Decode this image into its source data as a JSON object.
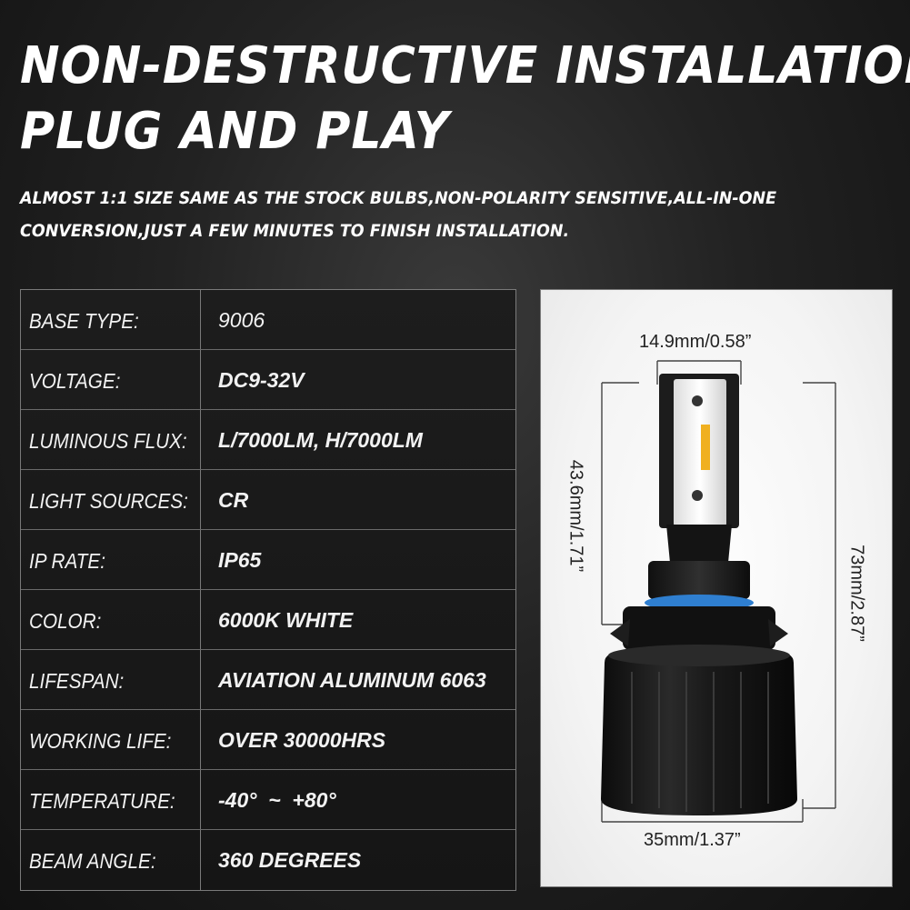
{
  "header": {
    "title_line1": "NON-DESTRUCTIVE INSTALLATION",
    "title_line2": "PLUG AND PLAY",
    "subtitle_line1": "ALMOST 1:1 SIZE SAME AS THE STOCK BULBS,NON-POLARITY SENSITIVE,ALL-IN-ONE",
    "subtitle_line2": "CONVERSION,JUST A FEW MINUTES TO FINISH INSTALLATION."
  },
  "specs": [
    {
      "label": "BASE TYPE:",
      "value": "9006"
    },
    {
      "label": "VOLTAGE:",
      "value": "DC9-32V"
    },
    {
      "label": "LUMINOUS FLUX:",
      "value": "L/7000LM, H/7000LM"
    },
    {
      "label": "LIGHT SOURCES:",
      "value": "CR"
    },
    {
      "label": "IP RATE:",
      "value": "IP65"
    },
    {
      "label": "COLOR:",
      "value": "6000K WHITE"
    },
    {
      "label": "LIFESPAN:",
      "value": "AVIATION ALUMINUM 6063"
    },
    {
      "label": "WORKING LIFE:",
      "value": "OVER 30000HRS"
    },
    {
      "label": "TEMPERATURE:",
      "value": "-40°  ~  +80°"
    },
    {
      "label": "BEAM ANGLE:",
      "value": "360 DEGREES"
    }
  ],
  "dimensions": {
    "top_width": "14.9mm/0.58”",
    "chip_height": "43.6mm/1.71”",
    "total_length": "73mm/2.87”",
    "bottom_width": "35mm/1.37”"
  },
  "colors": {
    "ring": "#2f7fd0",
    "chip_yellow": "#f0b020",
    "chip_white": "#ffffff",
    "body": "#1a1a1a"
  },
  "icons": {
    "product": "led-headlight-bulb-icon"
  }
}
